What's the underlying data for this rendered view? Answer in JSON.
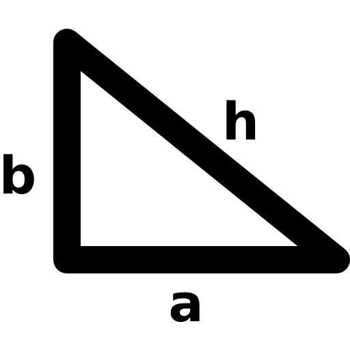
{
  "figure": {
    "labels": {
      "hypotenuse": "h",
      "vertical_leg": "b",
      "horizontal_leg": "a"
    },
    "colors": {
      "stroke": "#000000",
      "background": "#ffffff"
    }
  }
}
